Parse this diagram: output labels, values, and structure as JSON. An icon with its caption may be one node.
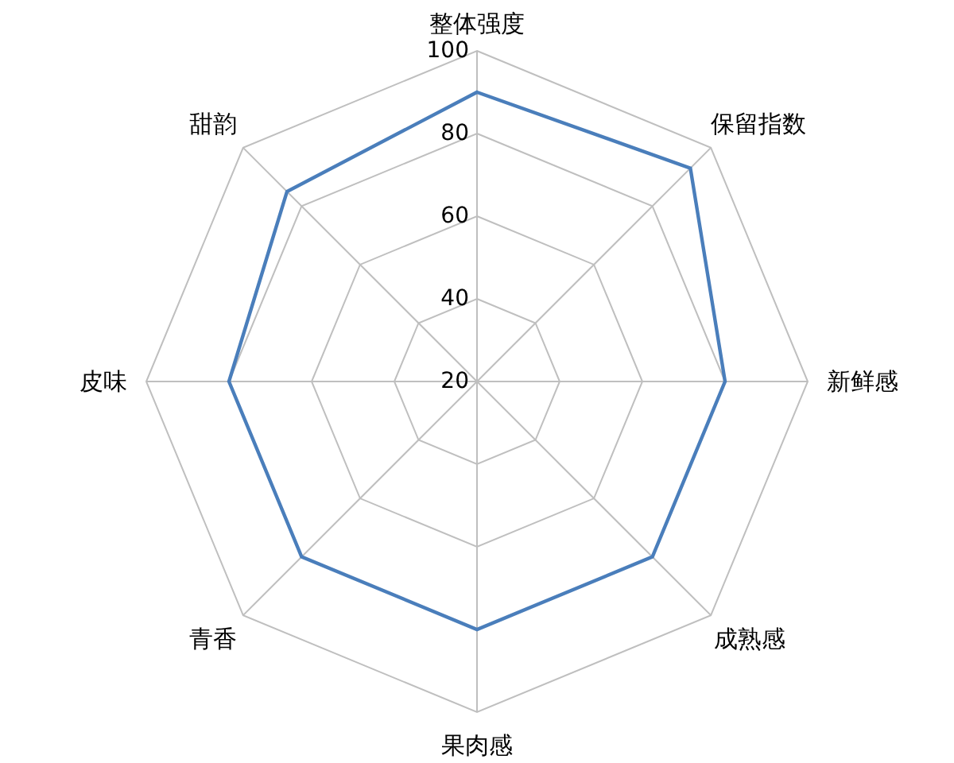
{
  "diagram": {
    "chart_data": {
      "type": "radar",
      "categories": [
        "整体强度",
        "保留指数",
        "新鲜感",
        "成熟感",
        "果肉感",
        "青香",
        "皮味",
        "甜韵"
      ],
      "ylim": [
        20,
        100
      ],
      "yticks": [
        20,
        40,
        60,
        80,
        100
      ],
      "series": [
        {
          "color": "#4a7ebb",
          "values": [
            90,
            93,
            80,
            80,
            80,
            80,
            80,
            85
          ]
        }
      ]
    }
  }
}
